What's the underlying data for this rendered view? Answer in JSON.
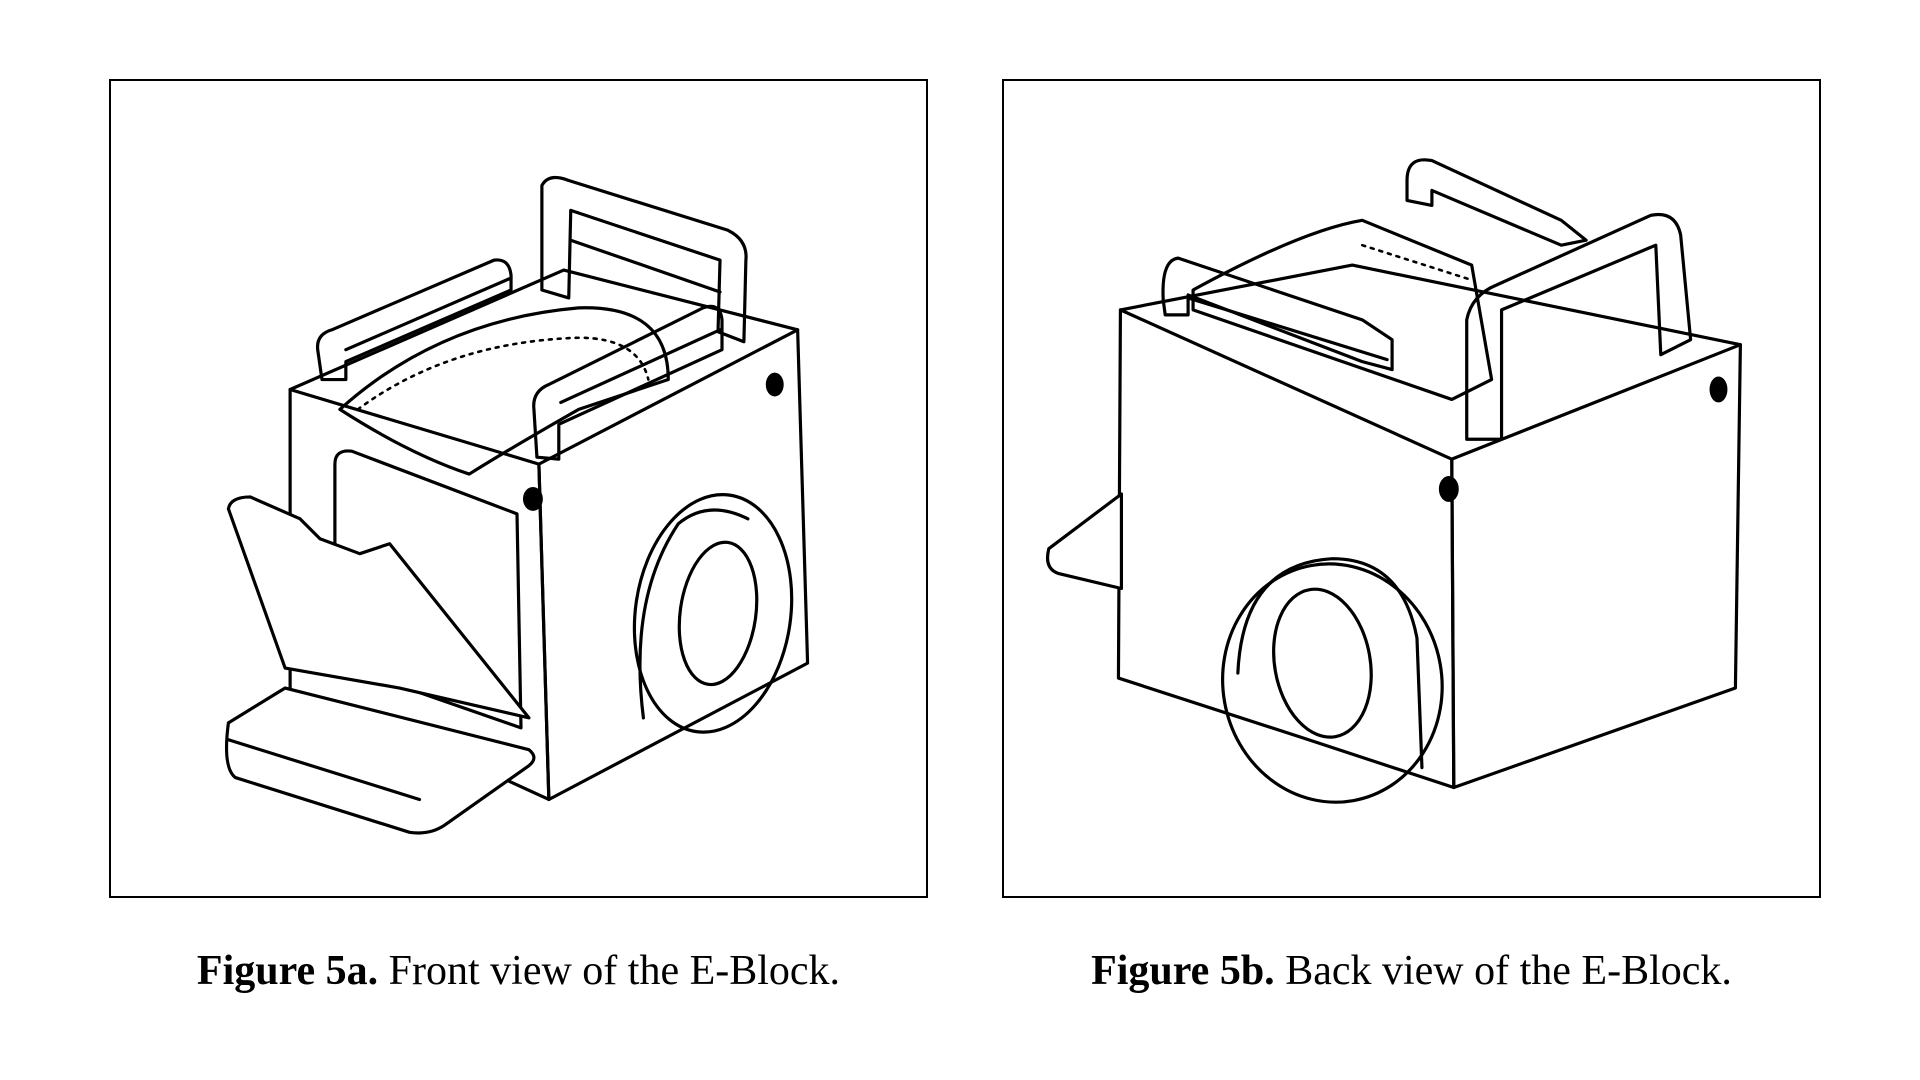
{
  "figures": [
    {
      "label": "Figure 5a.",
      "caption": "Front view of the E-Block.",
      "view": "front"
    },
    {
      "label": "Figure 5b.",
      "caption": "Back view of the E-Block.",
      "view": "back"
    }
  ],
  "colors": {
    "ink": "#000000",
    "paper": "#ffffff"
  }
}
